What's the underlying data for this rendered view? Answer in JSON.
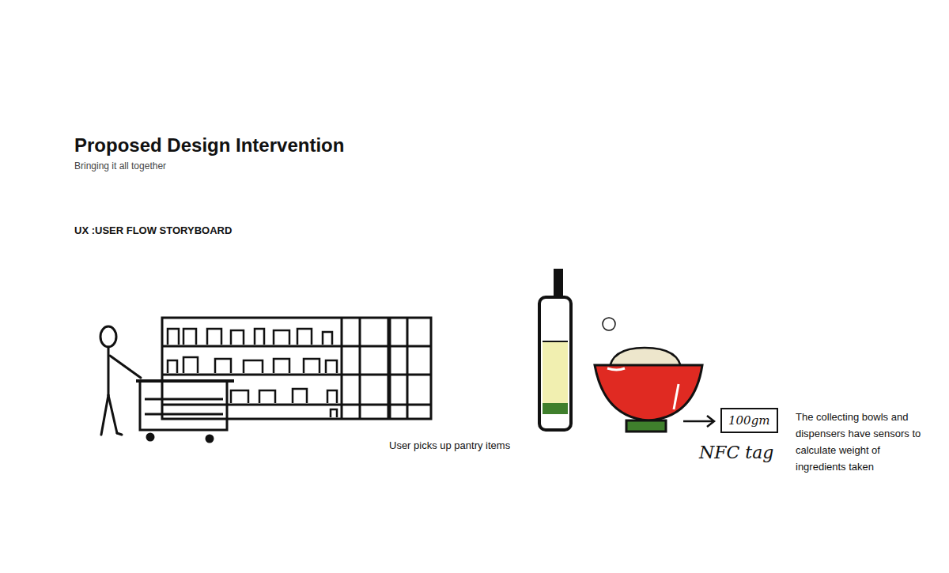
{
  "diagram": {
    "title": "Proposed Design Intervention",
    "nodes": [
      {
        "text": [
          "100gm"
        ]
      }
    ],
    "labels": [
      "Bringing it all together",
      "UX :USER FLOW STORYBOARD",
      "User picks up pantry items",
      "The collecting bowls and dispensers have sensors to calculate weight of ingredients taken",
      "NFC tag"
    ]
  }
}
